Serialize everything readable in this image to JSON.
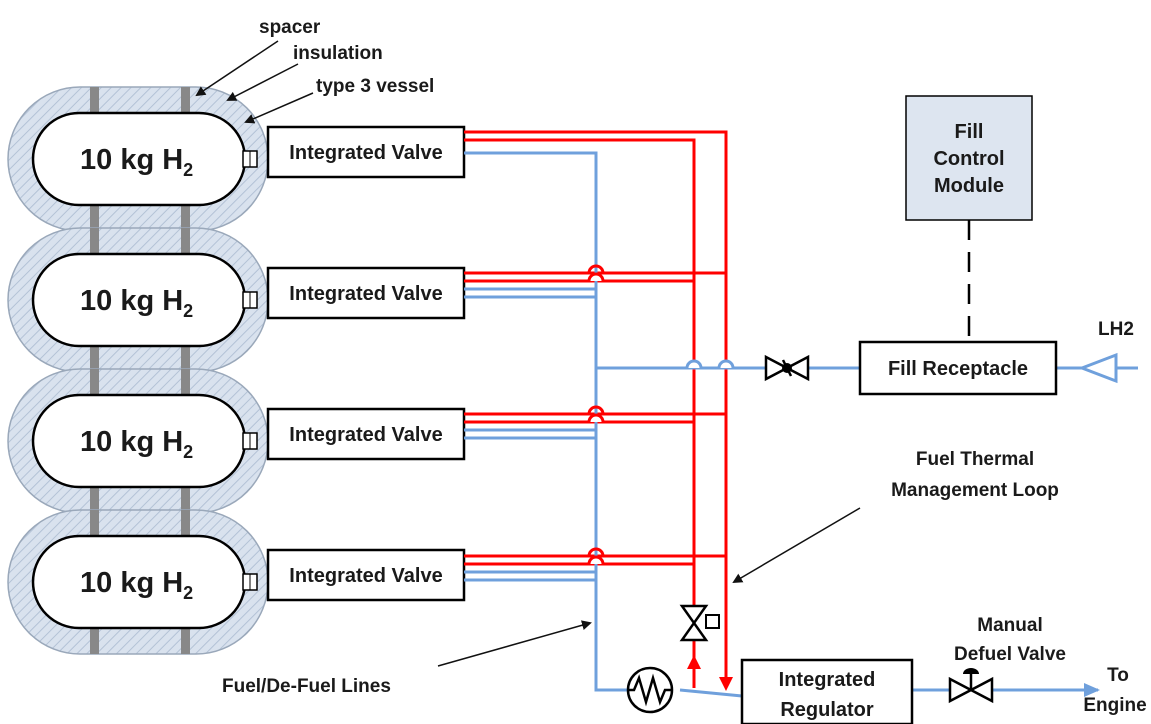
{
  "callouts": {
    "spacer": "spacer",
    "insulation": "insulation",
    "type3_vessel": "type 3 vessel",
    "fuel_thermal_line1": "Fuel Thermal",
    "fuel_thermal_line2": "Management Loop",
    "fuel_defuel_lines": "Fuel/De-Fuel Lines",
    "manual_defuel_line1": "Manual",
    "manual_defuel_line2": "Defuel Valve",
    "to_engine_line1": "To",
    "to_engine_line2": "Engine",
    "lh2": "LH2"
  },
  "tanks": [
    {
      "label": "10 kg H",
      "sub": "2",
      "valve": "Integrated Valve"
    },
    {
      "label": "10 kg H",
      "sub": "2",
      "valve": "Integrated Valve"
    },
    {
      "label": "10 kg H",
      "sub": "2",
      "valve": "Integrated Valve"
    },
    {
      "label": "10 kg H",
      "sub": "2",
      "valve": "Integrated Valve"
    }
  ],
  "fill_control": {
    "line1": "Fill",
    "line2": "Control",
    "line3": "Module"
  },
  "fill_receptacle": "Fill Receptacle",
  "regulator": {
    "line1": "Integrated",
    "line2": "Regulator"
  },
  "colors": {
    "fuel_line": "#6fa0dc",
    "thermal_loop": "#ff0000",
    "control_module_fill": "#dde5f0",
    "insulation_fill": "#d9e2ee"
  }
}
